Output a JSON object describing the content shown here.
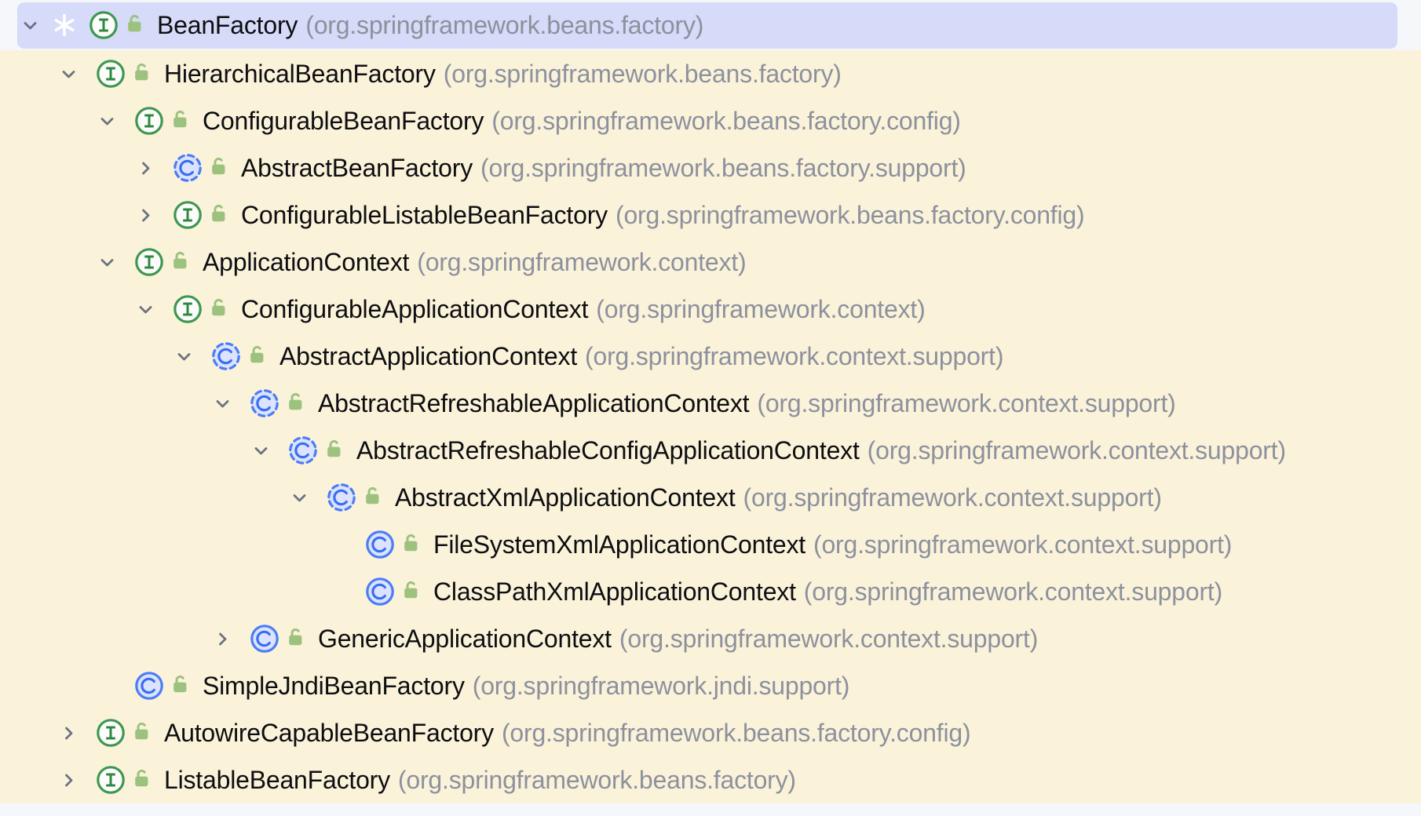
{
  "panel": {
    "type": "type-hierarchy-tree",
    "row_count": 17,
    "selected_row": "BeanFactory"
  },
  "colors": {
    "tree_background": "#FBF2DA",
    "panel_background": "#F6F7FA",
    "selection_background": "#D5DBF8",
    "class_name_text": "#0D0E11",
    "package_text": "#8C919D",
    "chevron": "#6C7280",
    "interface_icon_green": "#3E9751",
    "class_icon_blue": "#4B7DF6",
    "class_icon_fill": "#DBE3FE",
    "lock_icon_green": "#9CC27E",
    "base_marker": "#FFFFFF"
  },
  "icons": {
    "expanded": "chevron-down-icon",
    "collapsed": "chevron-right-icon",
    "interface": "interface-icon",
    "class": "class-icon",
    "abstract_class": "abstract-class-icon",
    "lock": "lock-icon",
    "base_marker": "base-marker-icon"
  },
  "tree": {
    "rows": [
      {
        "name": "BeanFactory",
        "package": "(org.springframework.beans.factory)",
        "kind": "interface",
        "state": "expanded",
        "level": 1,
        "selected": true,
        "base_marker": true
      },
      {
        "name": "HierarchicalBeanFactory",
        "package": "(org.springframework.beans.factory)",
        "kind": "interface",
        "state": "expanded",
        "level": 2
      },
      {
        "name": "ConfigurableBeanFactory",
        "package": "(org.springframework.beans.factory.config)",
        "kind": "interface",
        "state": "expanded",
        "level": 3
      },
      {
        "name": "AbstractBeanFactory",
        "package": "(org.springframework.beans.factory.support)",
        "kind": "abstract-class",
        "state": "collapsed",
        "level": 4
      },
      {
        "name": "ConfigurableListableBeanFactory",
        "package": "(org.springframework.beans.factory.config)",
        "kind": "interface",
        "state": "collapsed",
        "level": 4
      },
      {
        "name": "ApplicationContext",
        "package": "(org.springframework.context)",
        "kind": "interface",
        "state": "expanded",
        "level": 3
      },
      {
        "name": "ConfigurableApplicationContext",
        "package": "(org.springframework.context)",
        "kind": "interface",
        "state": "expanded",
        "level": 4
      },
      {
        "name": "AbstractApplicationContext",
        "package": "(org.springframework.context.support)",
        "kind": "abstract-class",
        "state": "expanded",
        "level": 5
      },
      {
        "name": "AbstractRefreshableApplicationContext",
        "package": "(org.springframework.context.support)",
        "kind": "abstract-class",
        "state": "expanded",
        "level": 6
      },
      {
        "name": "AbstractRefreshableConfigApplicationContext",
        "package": "(org.springframework.context.support)",
        "kind": "abstract-class",
        "state": "expanded",
        "level": 7
      },
      {
        "name": "AbstractXmlApplicationContext",
        "package": "(org.springframework.context.support)",
        "kind": "abstract-class",
        "state": "expanded",
        "level": 8
      },
      {
        "name": "FileSystemXmlApplicationContext",
        "package": "(org.springframework.context.support)",
        "kind": "class",
        "state": "leaf",
        "level": 9
      },
      {
        "name": "ClassPathXmlApplicationContext",
        "package": "(org.springframework.context.support)",
        "kind": "class",
        "state": "leaf",
        "level": 9
      },
      {
        "name": "GenericApplicationContext",
        "package": "(org.springframework.context.support)",
        "kind": "class",
        "state": "collapsed",
        "level": 6
      },
      {
        "name": "SimpleJndiBeanFactory",
        "package": "(org.springframework.jndi.support)",
        "kind": "class",
        "state": "leaf",
        "level": 3
      },
      {
        "name": "AutowireCapableBeanFactory",
        "package": "(org.springframework.beans.factory.config)",
        "kind": "interface",
        "state": "collapsed",
        "level": 2
      },
      {
        "name": "ListableBeanFactory",
        "package": "(org.springframework.beans.factory)",
        "kind": "interface",
        "state": "collapsed",
        "level": 2
      }
    ]
  }
}
